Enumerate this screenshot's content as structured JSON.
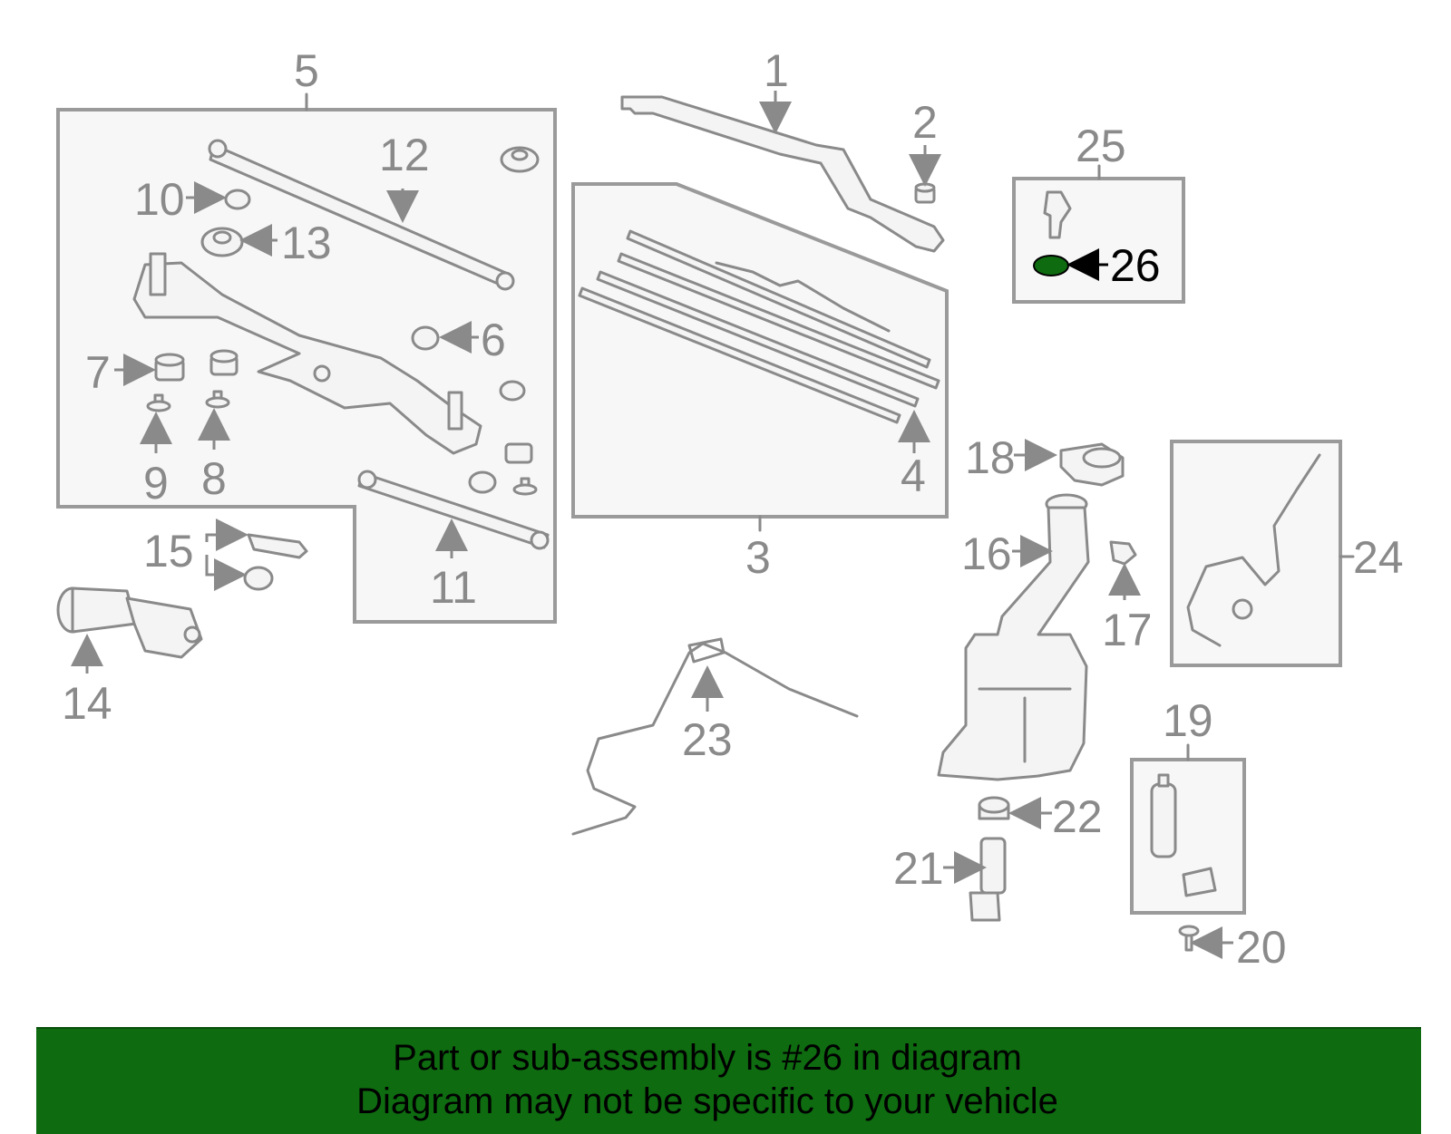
{
  "callouts": [
    "1",
    "2",
    "3",
    "4",
    "5",
    "6",
    "7",
    "8",
    "9",
    "10",
    "11",
    "12",
    "13",
    "14",
    "15",
    "16",
    "17",
    "18",
    "19",
    "20",
    "21",
    "22",
    "23",
    "24",
    "25",
    "26"
  ],
  "highlight": {
    "part_number": "26",
    "color": "#0e6b10"
  },
  "banner": {
    "line1": "Part or sub-assembly is #26 in diagram",
    "line2": "Diagram may not be specific to your vehicle",
    "background": "#0e6b10"
  }
}
